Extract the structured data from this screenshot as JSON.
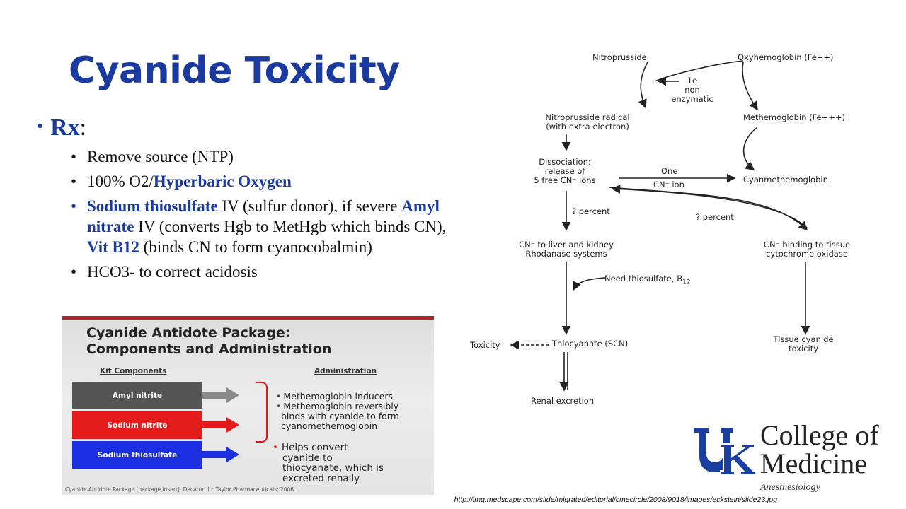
{
  "slide": {
    "title": "Cyanide Toxicity",
    "rx_label": "Rx",
    "rx_colon": ":",
    "bullets": {
      "b1": "Remove source (NTP)",
      "b2_pre": "100% O2/",
      "b2_hl": "Hyperbaric Oxygen",
      "b3_hl1": "Sodium thiosulfate",
      "b3_t1": " IV (sulfur donor), if severe ",
      "b3_hl2": "Amyl nitrate",
      "b3_t2": " IV (converts Hgb to MetHgb which binds CN), ",
      "b3_hl3": "Vit B12",
      "b3_t3": " (binds CN to form cyanocobalmin)",
      "b4": "HCO3- to correct acidosis"
    },
    "url": "http://img.medscape.com/slide/migrated/editorial/cmecircle/2008/9018/images/eckstein/slide23.jpg"
  },
  "package": {
    "title_line1": "Cyanide Antidote Package:",
    "title_line2": "Components and Administration",
    "col_left": "Kit Components",
    "col_right": "Administration",
    "components": [
      "Amyl nitrite",
      "Sodium nitrite",
      "Sodium thiosulfate"
    ],
    "admin_1": "Methemoglobin inducers",
    "admin_2_l1": "Methemoglobin reversibly",
    "admin_2_l2": "binds with cyanide to form",
    "admin_2_l3": "cyanomethemoglobin",
    "admin_3_l1": "Helps convert",
    "admin_3_l2": "cyanide to",
    "admin_3_l3": "thiocyanate, which is",
    "admin_3_l4": "excreted renally",
    "citation": "Cyanide Antidote Package [package insert]. Decatur, IL: Taylor Pharmaceuticals; 2006.",
    "colors": {
      "amyl": "#555555",
      "sodium_nitrite": "#e41b1b",
      "thiosulfate": "#1b2ee0",
      "border": "#b02424"
    }
  },
  "diagram": {
    "nitroprusside": "Nitroprusside",
    "oxyhemoglobin": "Oxyhemoglobin (Fe++)",
    "one_e_1": "1e",
    "one_e_2": "non",
    "one_e_3": "enzymatic",
    "np_radical_1": "Nitroprusside radical",
    "np_radical_2": "(with extra electron)",
    "methemoglobin": "Methemoglobin (Fe+++)",
    "dissoc_1": "Dissociation:",
    "dissoc_2": "release of",
    "dissoc_3": "5 free CN⁻ ions",
    "one": "One",
    "cn_ion": "CN⁻ ion",
    "cyanmet": "Cyanmethemoglobin",
    "percent_1": "? percent",
    "percent_2": "? percent",
    "liver_1": "CN⁻ to liver and kidney",
    "liver_2": "Rhodanase systems",
    "tissue_bind_1": "CN⁻ binding to tissue",
    "tissue_bind_2": "cytochrome oxidase",
    "need": "Need thiosulfate, B",
    "need_sub": "12",
    "toxicity": "Toxicity",
    "thiocyanate": "Thiocyanate (SCN)",
    "tissue_tox_1": "Tissue cyanide",
    "tissue_tox_2": "toxicity",
    "renal": "Renal excretion"
  },
  "logo": {
    "college_1": "College of",
    "college_2": "Medicine",
    "dept": "Anesthesiology",
    "color": "#1b3fa0"
  }
}
